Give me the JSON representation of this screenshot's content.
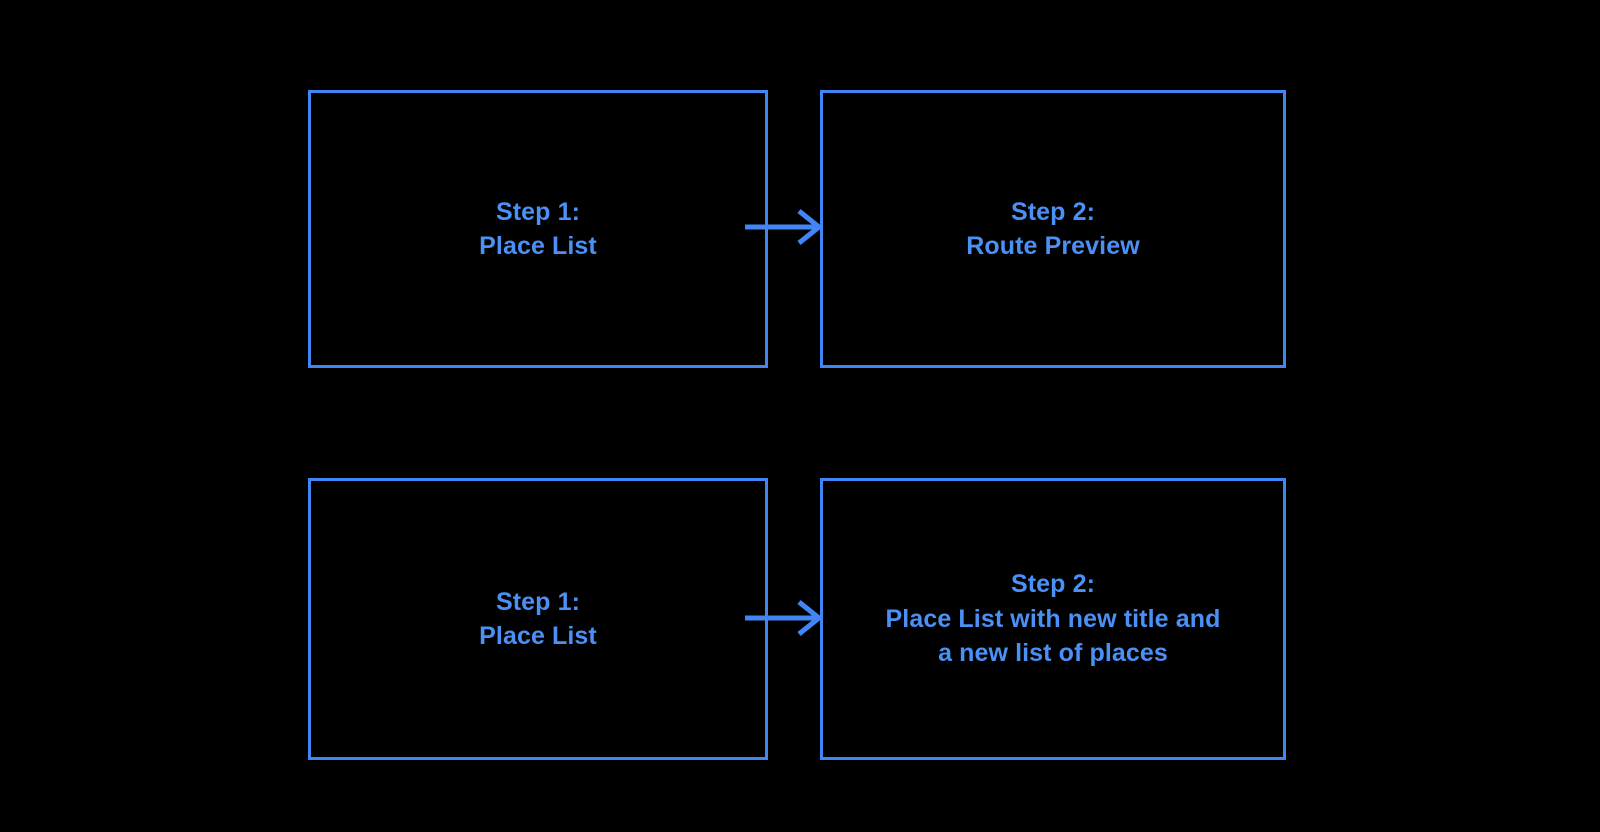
{
  "diagram": {
    "title": "Two-flow step diagram",
    "background_color": "#000000",
    "accent_color": "#4285f4",
    "text_color": "#4a90f5",
    "flows": [
      {
        "id": "flow-route-preview",
        "steps": [
          {
            "id": "top-step-1",
            "label": "Step 1:\nPlace List"
          },
          {
            "id": "top-step-2",
            "label": "Step 2:\nRoute Preview"
          }
        ],
        "connector": {
          "id": "top-connector",
          "direction": "right",
          "icon": "arrow-right-icon"
        }
      },
      {
        "id": "flow-place-list-update",
        "steps": [
          {
            "id": "bottom-step-1",
            "label": "Step 1:\nPlace List"
          },
          {
            "id": "bottom-step-2",
            "label": "Step 2:\nPlace List with new title and\na new list of places"
          }
        ],
        "connector": {
          "id": "bottom-connector",
          "direction": "right",
          "icon": "arrow-right-icon"
        }
      }
    ]
  }
}
